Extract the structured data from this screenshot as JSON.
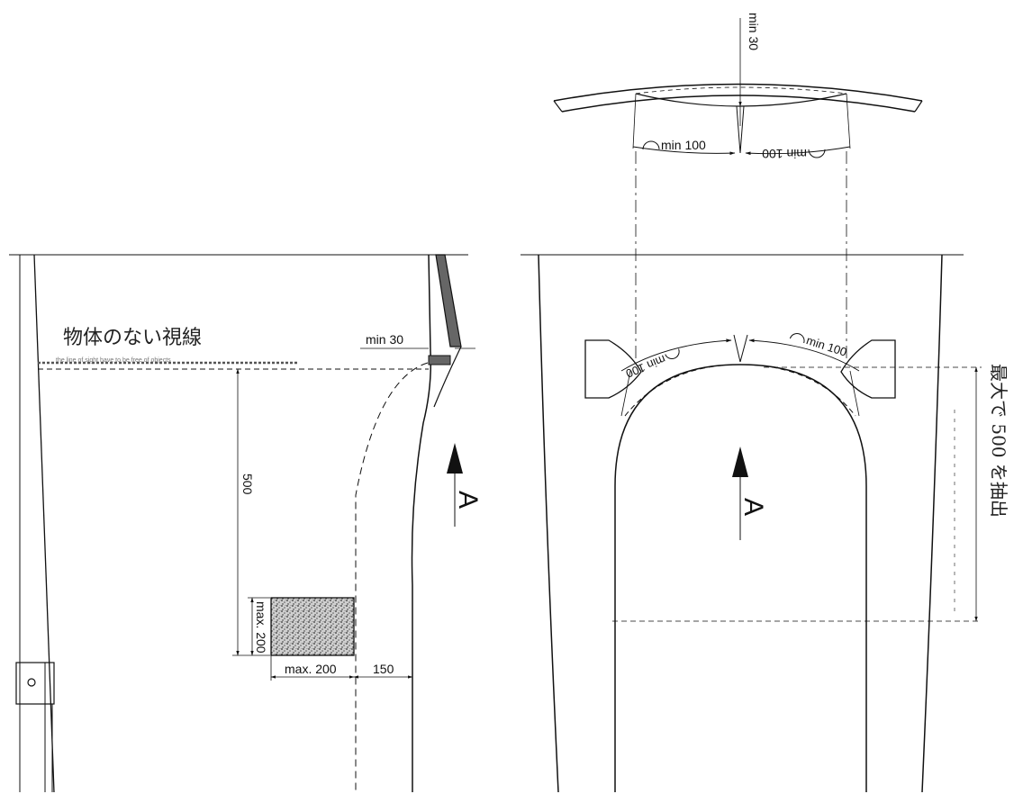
{
  "labels": {
    "top_min30": "min 30",
    "top_min100_left": "min 100",
    "top_min100_right": "min 100",
    "side_min30": "min 30",
    "no_object_line": "物体のない視線",
    "sight_small_note": "the line of sight have to be free of objects",
    "dim_500": "500",
    "dim_max200_v": "max. 200",
    "dim_max200_h": "max. 200",
    "dim_150": "150",
    "arrow_A_left": "A",
    "arrow_A_right": "A",
    "front_min100_left": "min 100",
    "front_min100_right": "min 100",
    "extract_500": "最大で 500 を抽出"
  }
}
